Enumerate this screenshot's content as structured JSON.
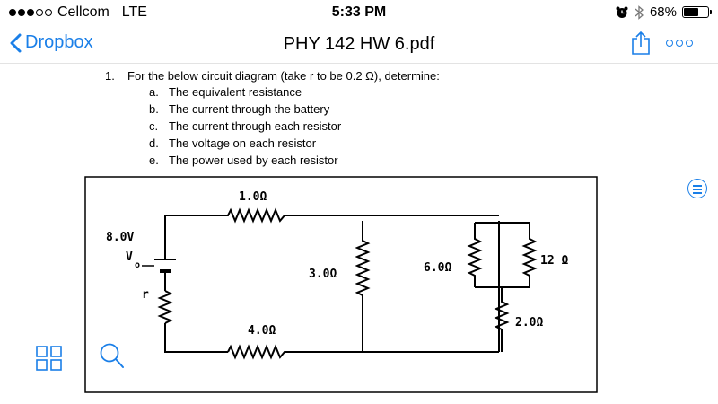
{
  "status_bar": {
    "signal_dots": [
      true,
      true,
      true,
      false,
      false
    ],
    "carrier": "Cellcom",
    "network": "LTE",
    "time": "5:33 PM",
    "battery_percent": "68%",
    "battery_level": 0.68,
    "icons": [
      "alarm-icon",
      "bluetooth-icon",
      "battery-icon"
    ]
  },
  "nav": {
    "back_label": "Dropbox",
    "title": "PHY 142 HW 6.pdf",
    "icons": [
      "chevron-left-icon",
      "share-icon",
      "more-icon"
    ],
    "accent_color": "#1a7fe8"
  },
  "document": {
    "question_number": "1.",
    "question_text": "For the below circuit diagram (take r to be 0.2 Ω), determine:",
    "items": [
      {
        "letter": "a.",
        "text": "The equivalent resistance"
      },
      {
        "letter": "b.",
        "text": "The current through the battery"
      },
      {
        "letter": "c.",
        "text": "The current through each resistor"
      },
      {
        "letter": "d.",
        "text": "The voltage on each resistor"
      },
      {
        "letter": "e.",
        "text": "The power used by each resistor"
      }
    ],
    "circuit_labels": {
      "r_top": "1.0Ω",
      "emf": "8.0V",
      "vo": "V",
      "vo_sub": "o",
      "r_internal": "r",
      "r_middle": "3.0Ω",
      "r_bottom": "4.0Ω",
      "r_parallel_left": "6.0Ω",
      "r_parallel_right": "12 Ω",
      "r_lower_right": "2.0Ω"
    }
  },
  "toolbar": {
    "icons": [
      "thumbnails-icon",
      "search-icon",
      "outline-icon"
    ]
  }
}
